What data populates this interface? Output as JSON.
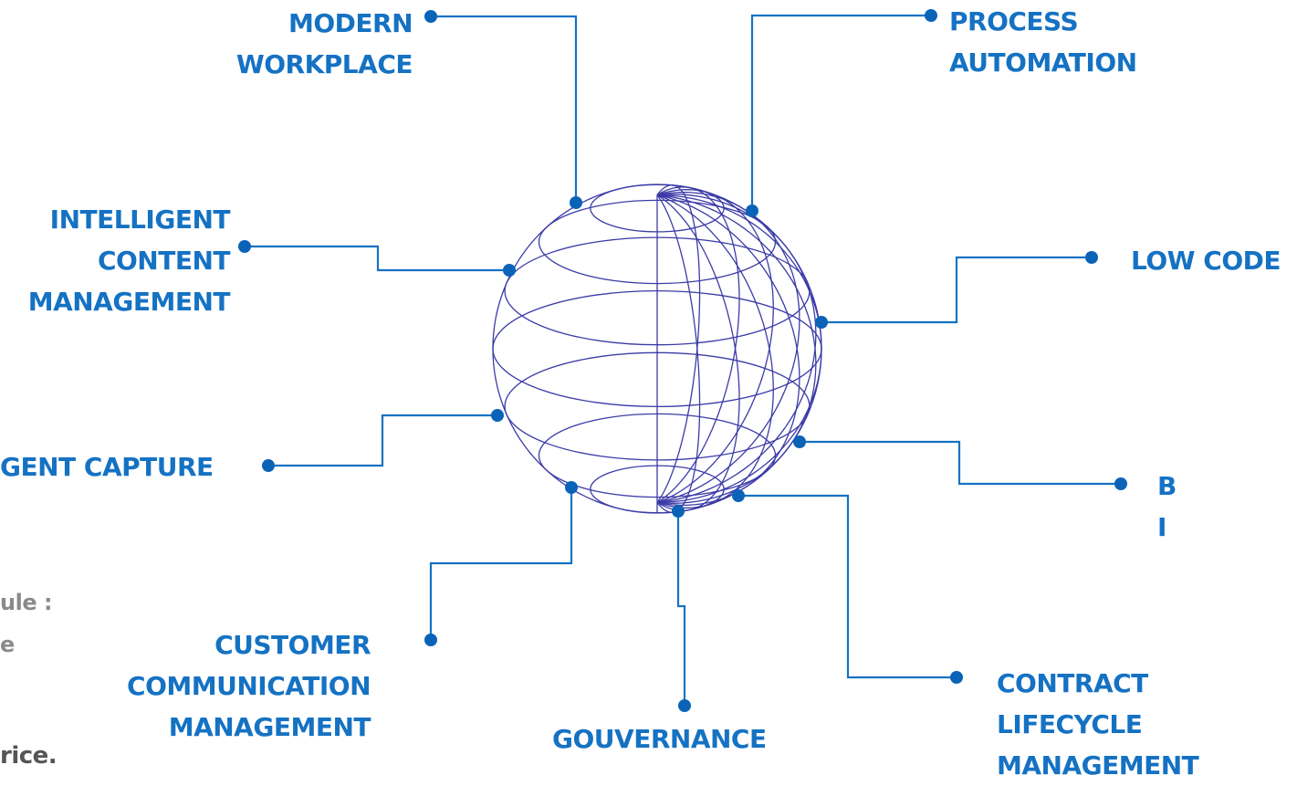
{
  "colors": {
    "accent": "#1572c3",
    "globe": "#3b3ba8",
    "dot": "#0b63b8"
  },
  "nodes": {
    "modern_workplace": [
      "MODERN",
      "WORKPLACE"
    ],
    "process_automation": [
      "PROCESS",
      "AUTOMATION"
    ],
    "intelligent_content": [
      "INTELLIGENT",
      "CONTENT",
      "MANAGEMENT"
    ],
    "low_code": "LOW CODE",
    "intelligent_capture": "GENT CAPTURE",
    "bi": [
      "B",
      "I"
    ],
    "ccm": [
      "CUSTOMER",
      "COMMUNICATION",
      "MANAGEMENT"
    ],
    "gouvernance": "GOUVERNANCE",
    "clm": [
      "CONTRACT",
      "LIFECYCLE",
      "MANAGEMENT"
    ]
  },
  "background_text": {
    "line1": "ule :",
    "line2": "e",
    "line3": "rice."
  }
}
